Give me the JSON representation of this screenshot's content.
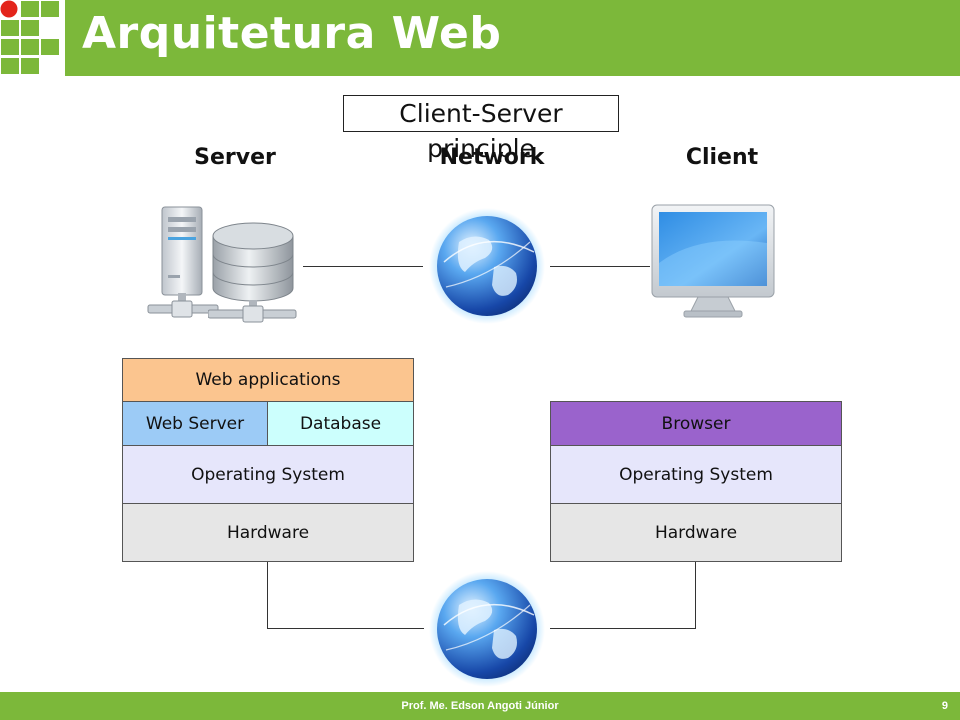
{
  "header": {
    "title": "Arquitetura Web"
  },
  "diagram": {
    "title": "Client-Server principle",
    "columns": {
      "server": "Server",
      "network": "Network",
      "client": "Client"
    },
    "server_stack": {
      "web_applications": "Web applications",
      "web_server": "Web Server",
      "database": "Database",
      "os": "Operating System",
      "hardware": "Hardware"
    },
    "client_stack": {
      "browser": "Browser",
      "os": "Operating System",
      "hardware": "Hardware"
    }
  },
  "colors": {
    "accent_green": "#7cb83a",
    "web_applications": "#fbc58f",
    "web_server": "#9ccbf6",
    "database": "#ccfffd",
    "browser": "#9a63cc",
    "os": "#e6e6fb",
    "hardware": "#e6e6e6"
  },
  "footer": {
    "author": "Prof. Me. Edson Angoti Júnior",
    "page": "9"
  },
  "icons": [
    "institute-logo-icon",
    "server-tower-icon",
    "database-icon",
    "globe-icon",
    "monitor-icon"
  ]
}
